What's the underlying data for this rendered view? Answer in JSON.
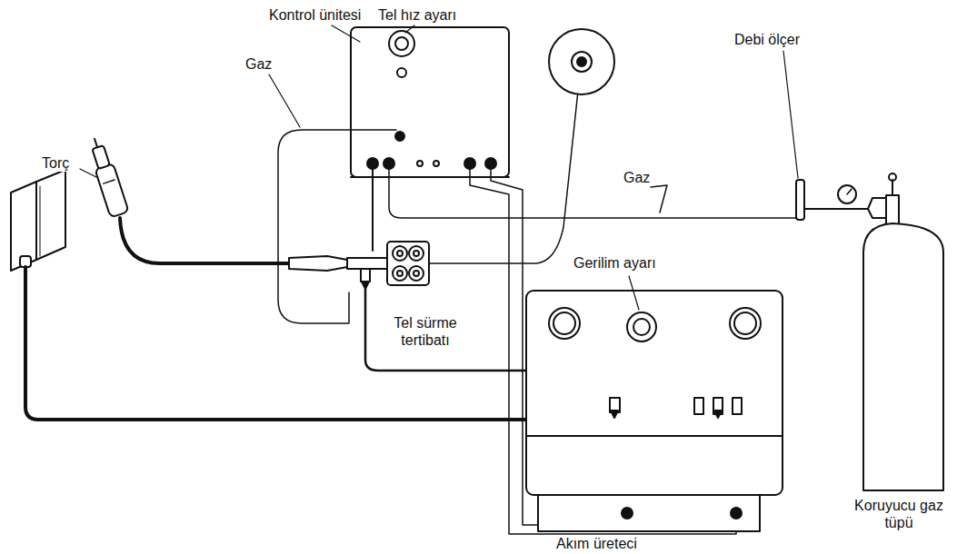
{
  "diagram": {
    "labels": [
      "Kontrol ünitesi",
      "Tel hız ayarı",
      "Gaz",
      "Debi ölçer",
      "Gaz",
      "Torç",
      "Gerilim ayarı",
      "Tel sürme tertibatı",
      "Koruyucu gaz tüpü",
      "Akım üreteci"
    ]
  }
}
